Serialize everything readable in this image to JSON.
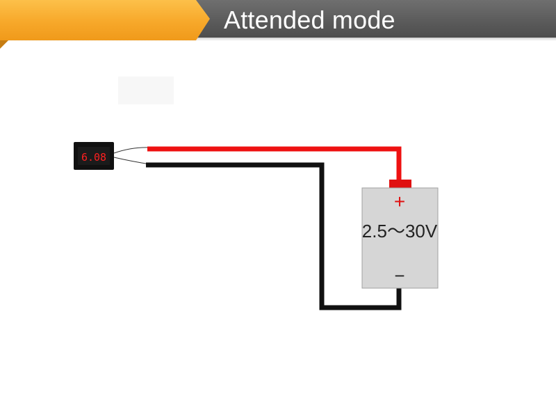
{
  "header": {
    "title": "Attended mode"
  },
  "meter": {
    "reading": "6.08",
    "display_color": "#ff2020",
    "body_color": "#111111"
  },
  "battery": {
    "voltage_range": "2.5～30V",
    "positive_symbol": "+",
    "negative_symbol": "−",
    "body_color": "#d6d6d6"
  },
  "wires": {
    "positive_color": "#ee1111",
    "negative_color": "#111111"
  },
  "colors": {
    "banner_orange": "#f7a82a",
    "banner_gray": "#5f5f5f"
  }
}
